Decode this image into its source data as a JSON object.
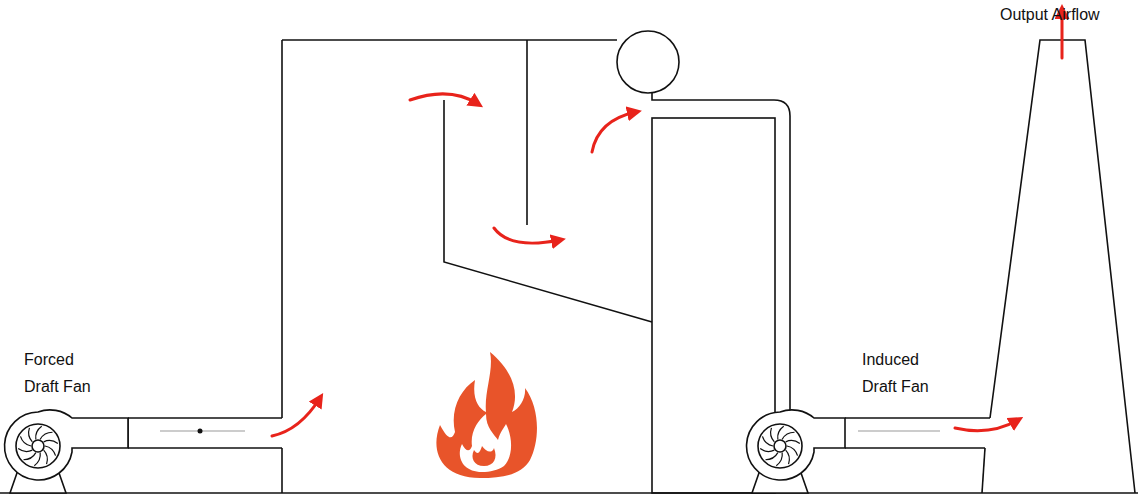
{
  "diagram": {
    "labels": [
      "Forced Draft Fan",
      "Induced Draft Fan",
      "Output Airflow"
    ]
  }
}
